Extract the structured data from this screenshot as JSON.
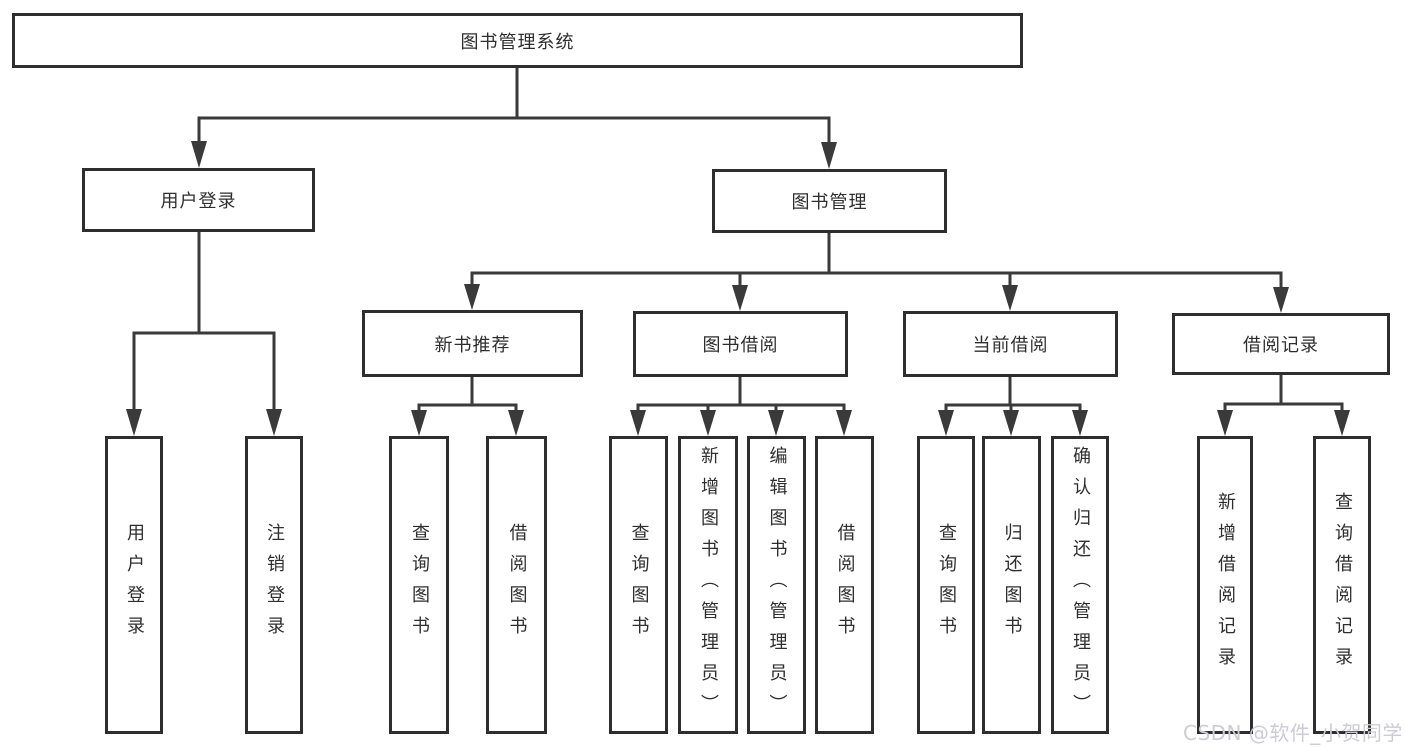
{
  "tree": {
    "root": "图书管理系统",
    "branches": [
      {
        "label": "用户登录",
        "leaves": [
          "用户登录",
          "注销登录"
        ]
      },
      {
        "label": "图书管理",
        "groups": [
          {
            "label": "新书推荐",
            "leaves": [
              "查询图书",
              "借阅图书"
            ]
          },
          {
            "label": "图书借阅",
            "leaves": [
              "查询图书",
              "新增图书（管理员）",
              "编辑图书（管理员）",
              "借阅图书"
            ]
          },
          {
            "label": "当前借阅",
            "leaves": [
              "查询图书",
              "归还图书",
              "确认归还（管理员）"
            ]
          },
          {
            "label": "借阅记录",
            "leaves": [
              "新增借阅记录",
              "查询借阅记录"
            ]
          }
        ]
      }
    ]
  },
  "watermark": "CSDN @软件_小贺同学",
  "colors": {
    "background": "#ffffff",
    "line": "#3a3a3a",
    "box_border": "#2e2e2e",
    "text": "#2e2e2e",
    "watermark": "#ccccd6"
  }
}
